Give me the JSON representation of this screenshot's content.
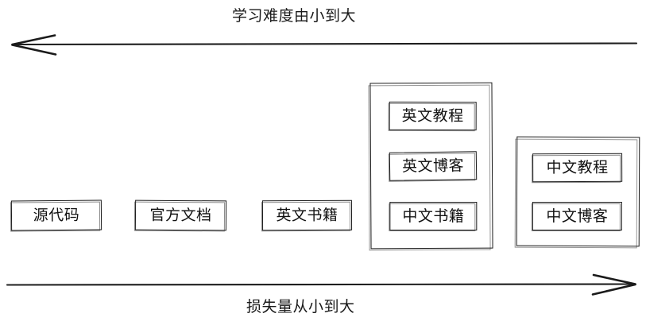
{
  "diagram": {
    "top_axis": {
      "label": "学习难度由小到大",
      "arrow_direction": "left",
      "icon": "arrow-left-icon"
    },
    "bottom_axis": {
      "label": "损失量从小到大",
      "arrow_direction": "right",
      "icon": "arrow-right-icon"
    },
    "standalone_items": [
      {
        "label": "源代码"
      },
      {
        "label": "官方文档"
      },
      {
        "label": "英文书籍"
      }
    ],
    "groups": [
      {
        "name": "english-mixed-group",
        "items": [
          {
            "label": "英文教程"
          },
          {
            "label": "英文博客"
          },
          {
            "label": "中文书籍"
          }
        ]
      },
      {
        "name": "chinese-group",
        "items": [
          {
            "label": "中文教程"
          },
          {
            "label": "中文博客"
          }
        ]
      }
    ],
    "colors": {
      "stroke": "#1b1b1b",
      "text": "#111111",
      "background": "#ffffff"
    }
  }
}
